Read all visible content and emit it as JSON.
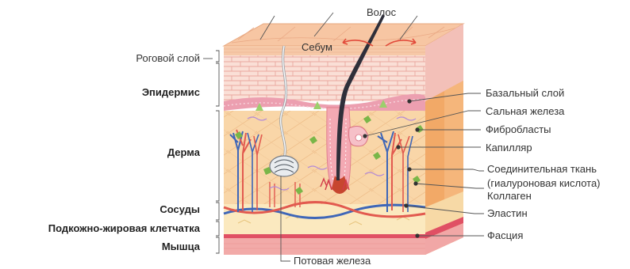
{
  "left_labels": {
    "stratum_corneum": "Роговой слой",
    "epidermis": "Эпидермис",
    "dermis": "Дерма",
    "vessels": "Сосуды",
    "subcutaneous": "Подкожно-жировая клетчатка",
    "muscle": "Мышца"
  },
  "top_labels": {
    "hair": "Волос",
    "sebum": "Себум"
  },
  "bottom_labels": {
    "sweat_gland": "Потовая железа"
  },
  "right_labels": {
    "basal_layer": "Базальный слой",
    "sebaceous_gland": "Сальная железа",
    "fibroblasts": "Фибробласты",
    "capillary": "Капилляр",
    "connective_tissue_1": "Соединительная ткань",
    "connective_tissue_2": "(гиалуроновая кислота)",
    "collagen": "Коллаген",
    "elastin": "Эластин",
    "fascia": "Фасция"
  },
  "colors": {
    "stratum": "#f6c9a8",
    "epidermis": "#f9d8cf",
    "epidermis_grid": "#e9a79f",
    "basal": "#e79aa9",
    "dermis": "#f9d6a8",
    "dermis_side": "#f2a967",
    "fat": "#fbe9bf",
    "muscle": "#f2aaa8",
    "fascia": "#d84a5b",
    "vein": "#3e66b8",
    "artery": "#e25a4f",
    "hair": "#2f2f3a",
    "accent_line": "#555555"
  }
}
